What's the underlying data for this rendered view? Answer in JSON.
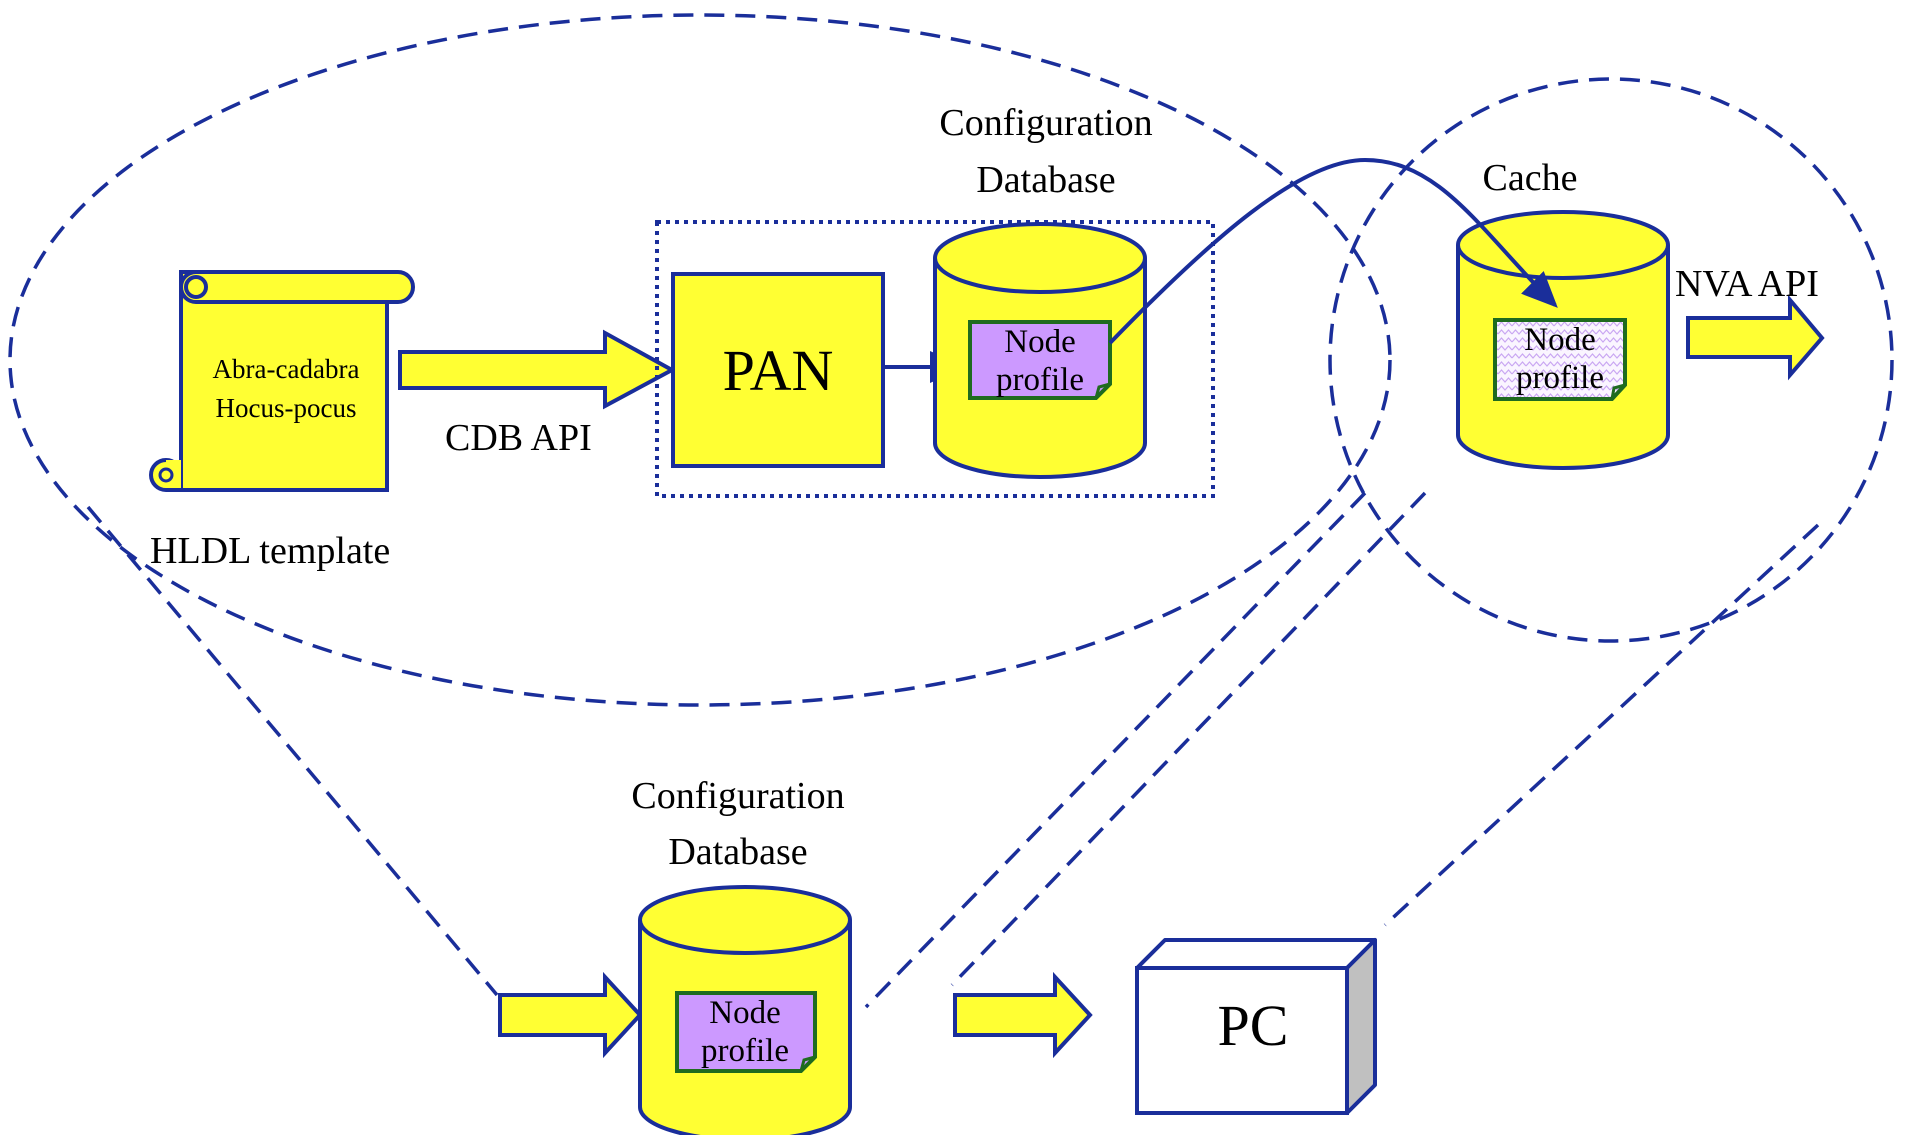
{
  "labels": {
    "config_db_top": [
      "Configuration",
      "Database"
    ],
    "cache": "Cache",
    "nva_api": "NVA API",
    "cdb_api": "CDB API",
    "pan": "PAN",
    "hldl_template": "HLDL template",
    "scroll_text": [
      "Abra-cadabra",
      "Hocus-pocus"
    ],
    "node_profile": [
      "Node",
      "profile"
    ],
    "config_db_bottom": [
      "Configuration",
      "Database"
    ],
    "pc": "PC"
  },
  "colors": {
    "yellow": "#FFFF33",
    "navy": "#1A2E9A",
    "purple": "#CC99FF",
    "green": "#1F6B1F",
    "gray": "#C0C0C0"
  }
}
